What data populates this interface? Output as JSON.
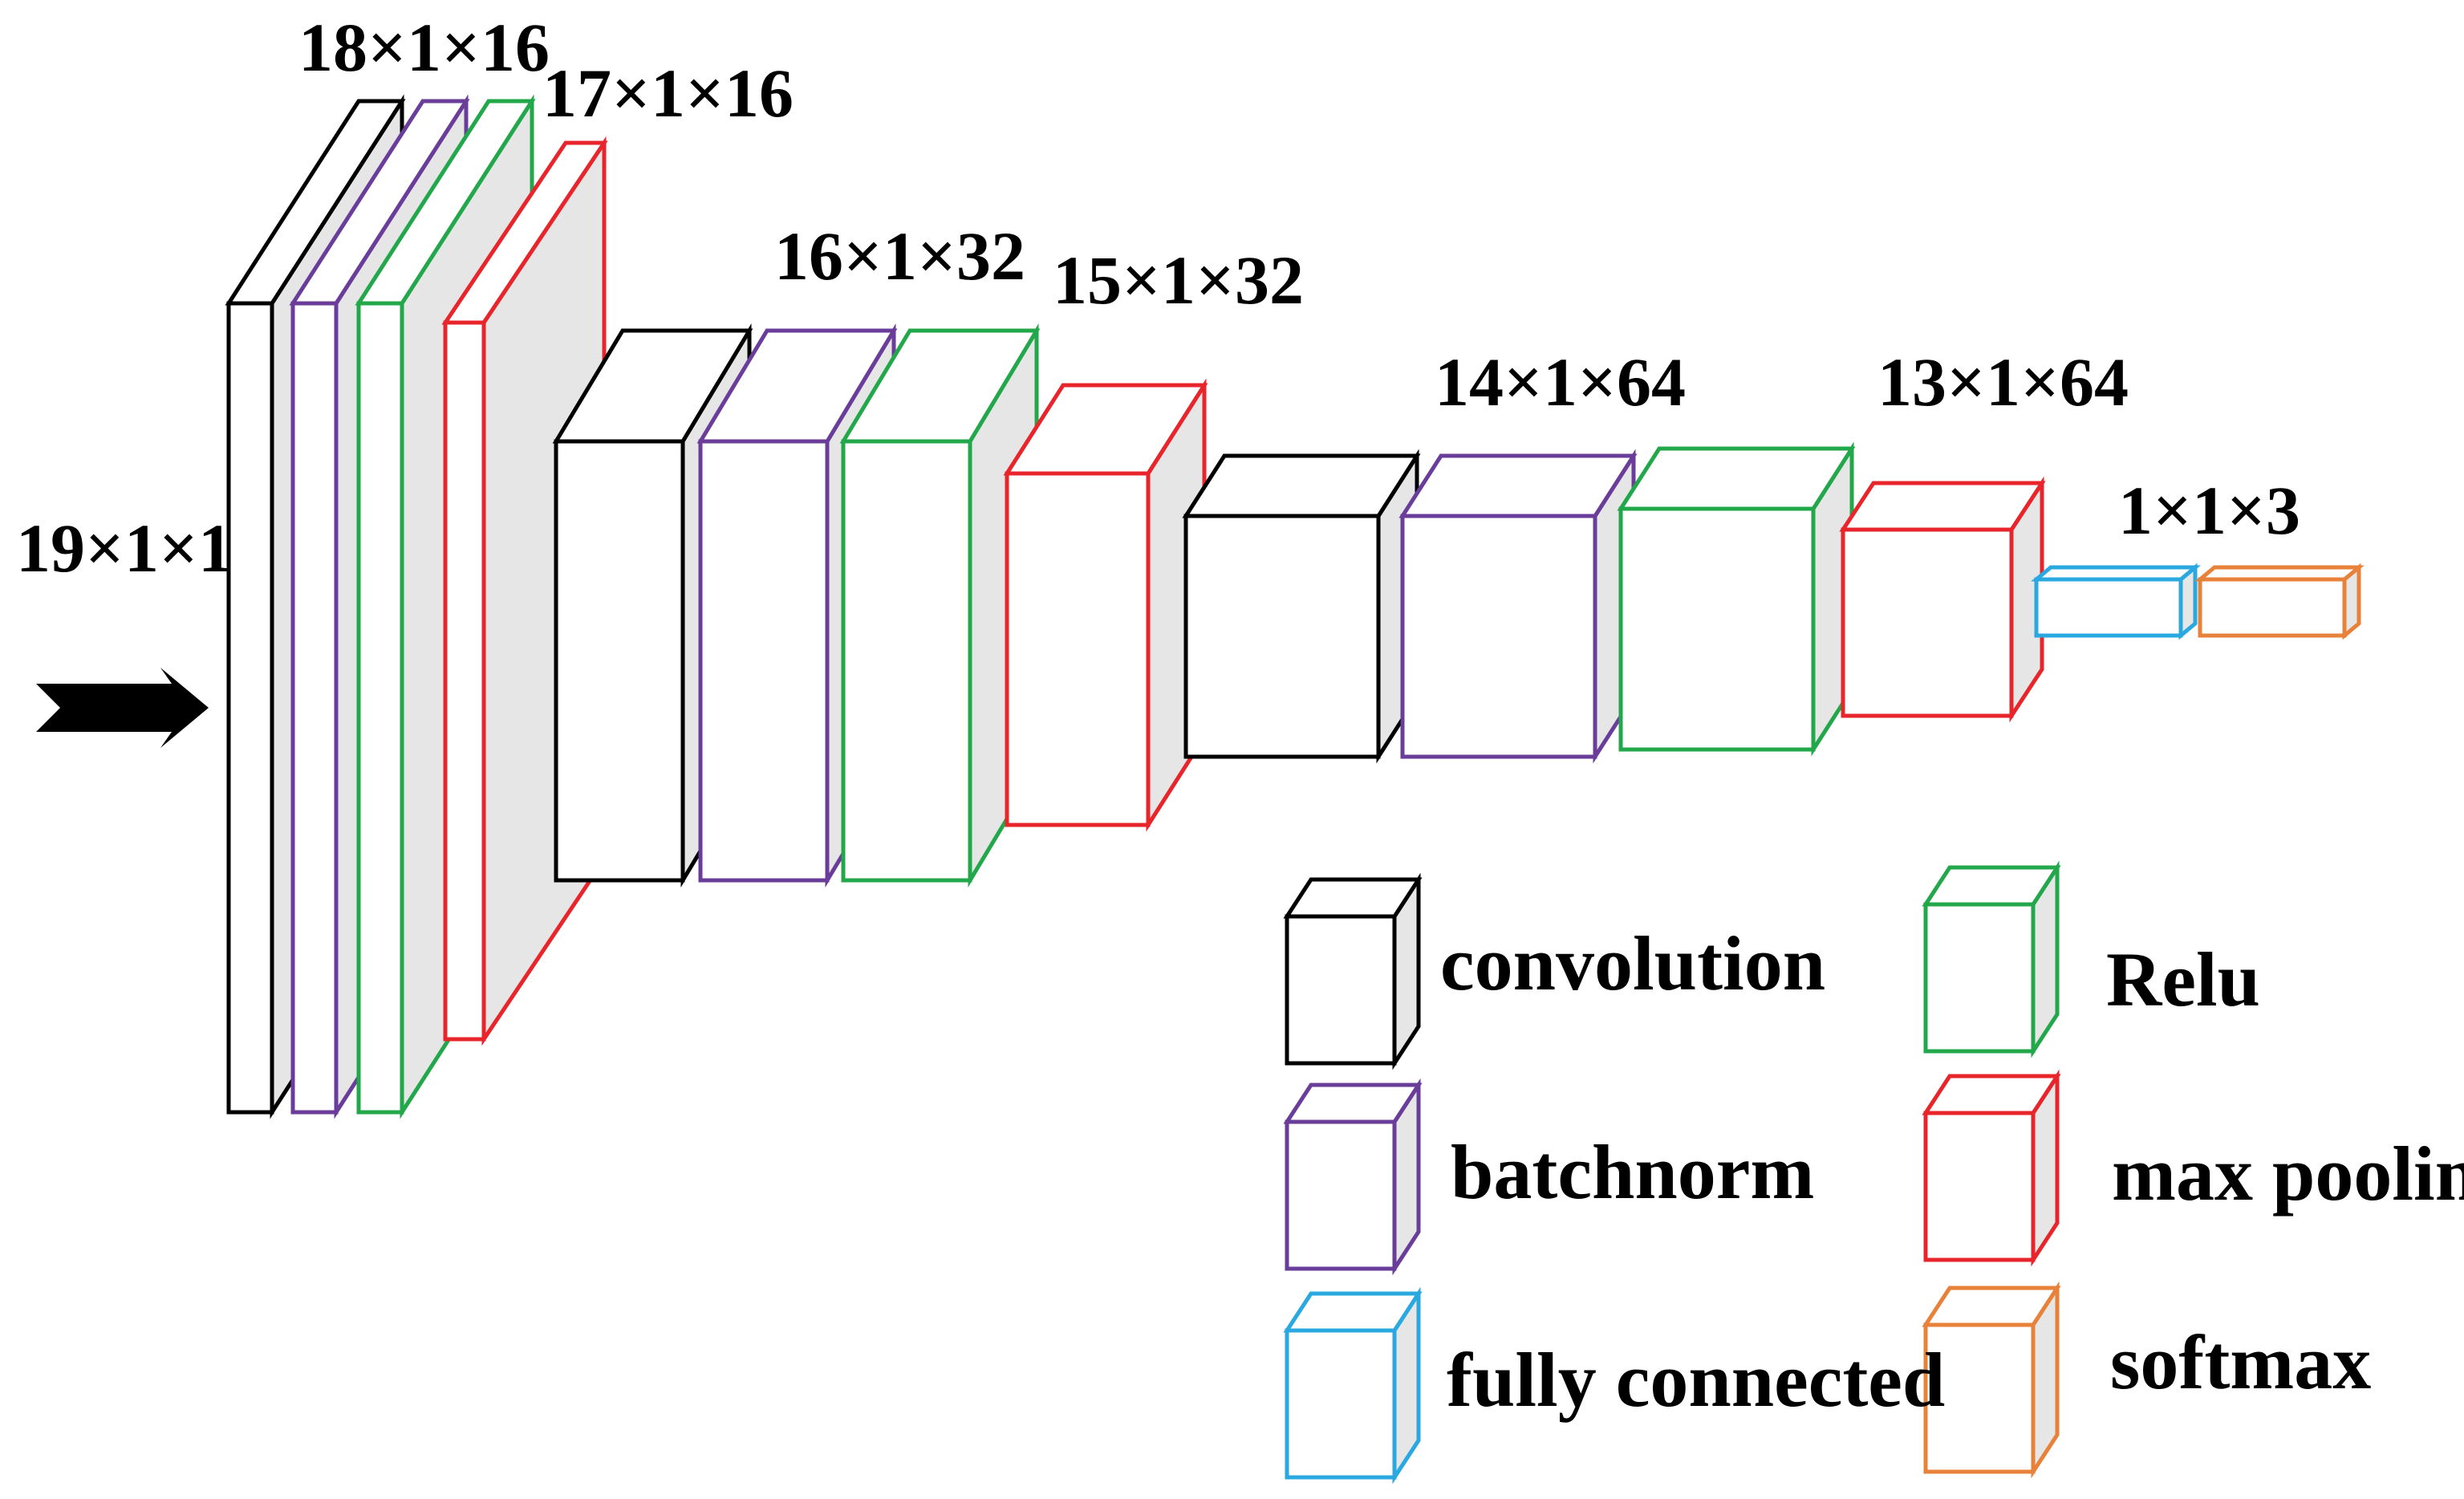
{
  "input_label": "19×1×1",
  "stage_labels": [
    "18×1×16",
    "17×1×16",
    "16×1×32",
    "15×1×32",
    "14×1×64",
    "13×1×64",
    "1×1×3"
  ],
  "colors": {
    "convolution": "#000000",
    "batchnorm": "#6a3d9a",
    "relu": "#22a84a",
    "max_pooling": "#e8252b",
    "fully_connected": "#2aa8e0",
    "softmax": "#e8823a",
    "side_fill": "#e6e6e6"
  },
  "legend": [
    {
      "key": "convolution",
      "label": "convolution"
    },
    {
      "key": "batchnorm",
      "label": "batchnorm"
    },
    {
      "key": "fully_connected",
      "label": "fully connected"
    },
    {
      "key": "relu",
      "label": "Relu"
    },
    {
      "key": "max_pooling",
      "label": "max pooling"
    },
    {
      "key": "softmax",
      "label": "softmax"
    }
  ]
}
